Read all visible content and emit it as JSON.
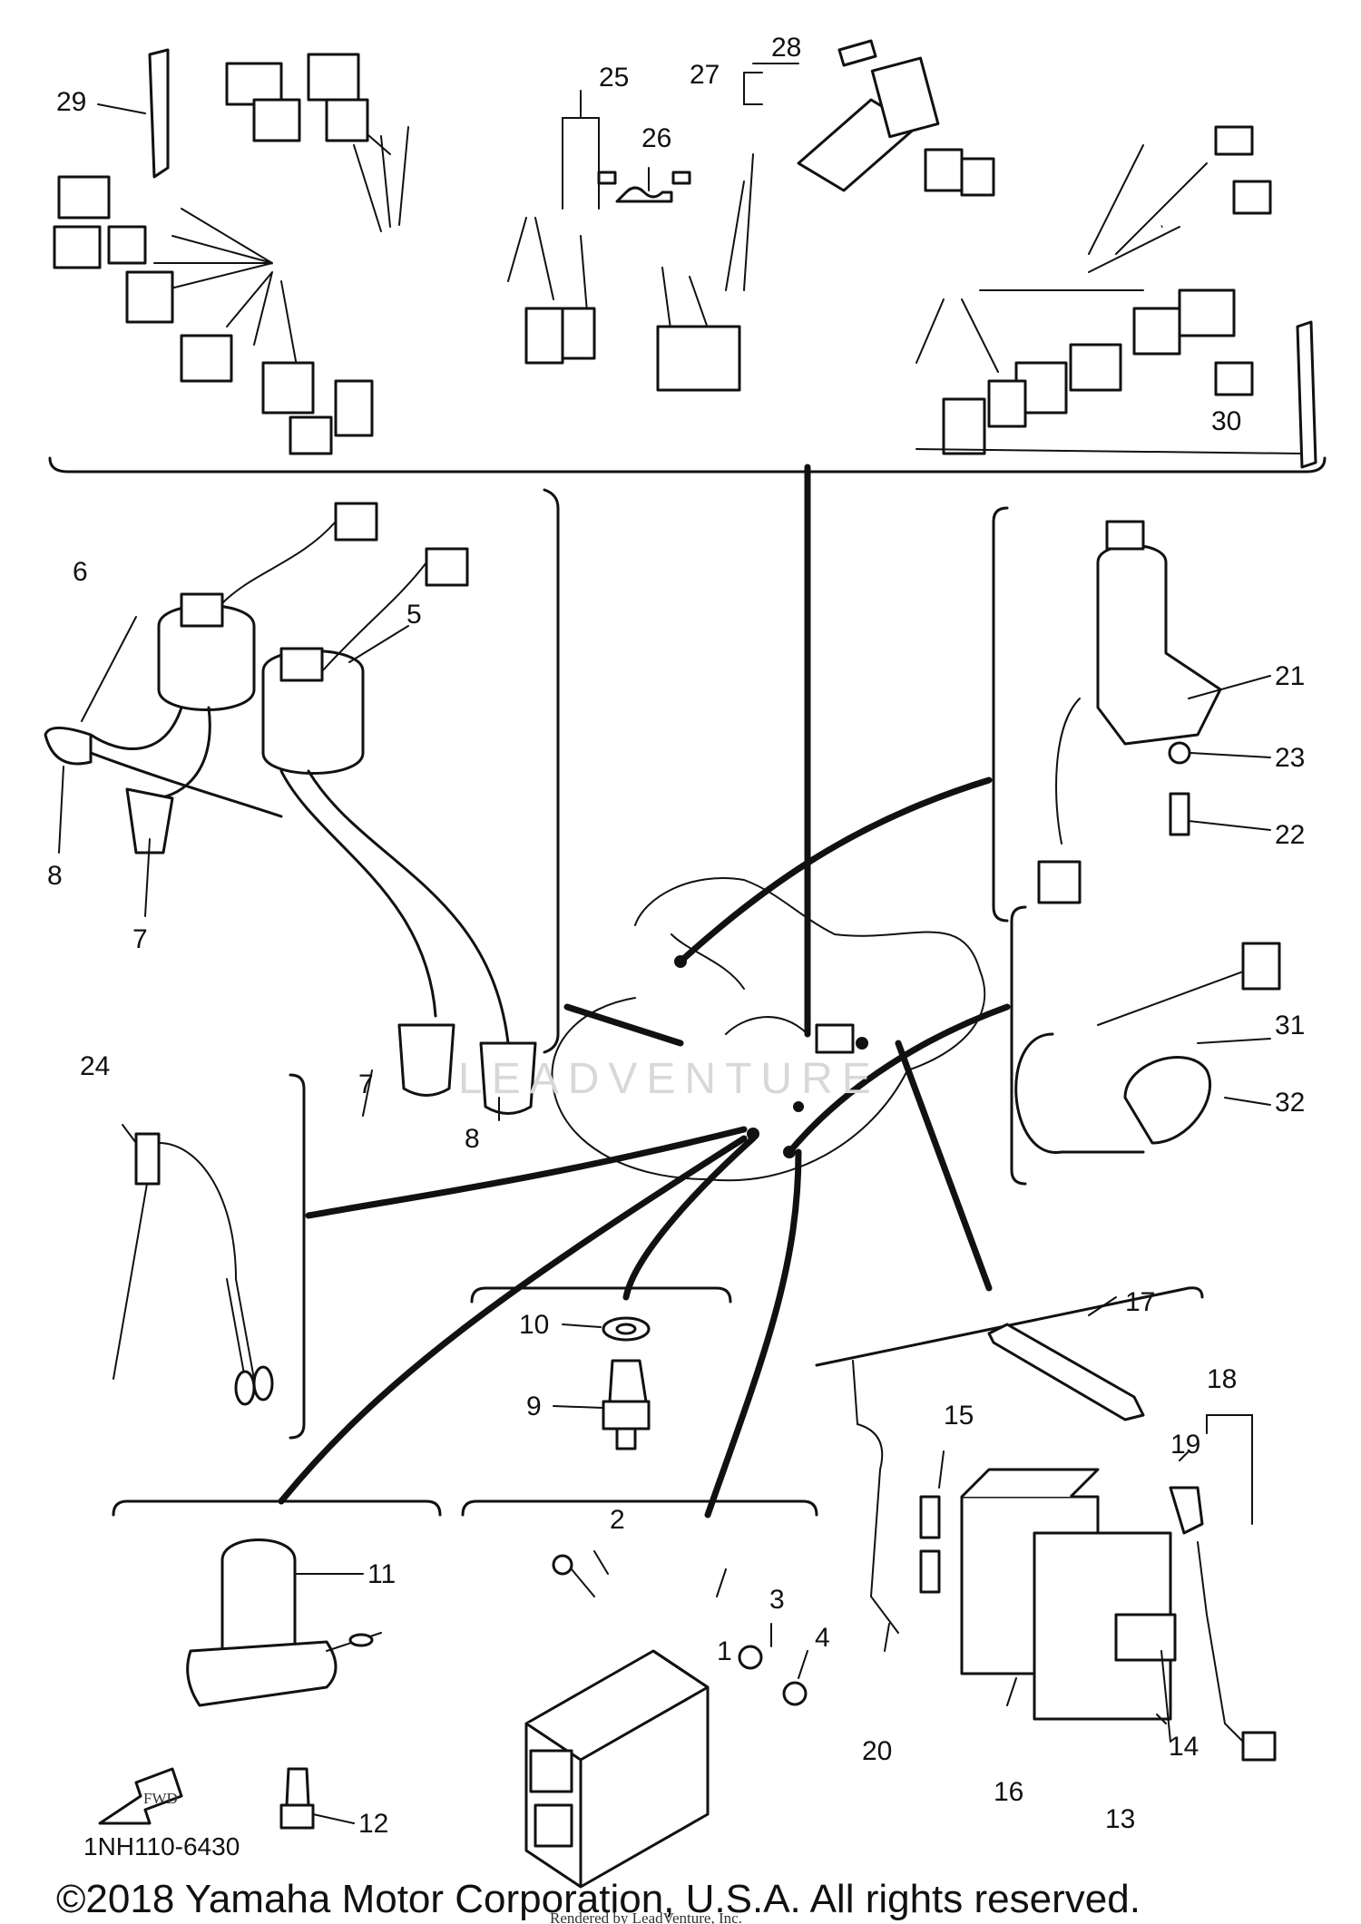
{
  "callouts": {
    "n1": "1",
    "n2": "2",
    "n3": "3",
    "n4": "4",
    "n5": "5",
    "n6": "6",
    "n7a": "7",
    "n7b": "7",
    "n8a": "8",
    "n8b": "8",
    "n9": "9",
    "n10": "10",
    "n11": "11",
    "n12": "12",
    "n13": "13",
    "n14": "14",
    "n15": "15",
    "n16": "16",
    "n17": "17",
    "n18": "18",
    "n19": "19",
    "n20": "20",
    "n21": "21",
    "n22": "22",
    "n23": "23",
    "n24": "24",
    "n25": "25",
    "n26": "26",
    "n27": "27",
    "n28": "28",
    "n29": "29",
    "n30": "30",
    "n31": "31",
    "n32": "32"
  },
  "fwd_label": "FWD",
  "watermark": "LEADVENTURE",
  "diagram_code": "1NH110-6430",
  "copyright": "©2018 Yamaha Motor Corporation, U.S.A. All rights reserved.",
  "rendered_by": "Rendered by LeadVenture, Inc."
}
